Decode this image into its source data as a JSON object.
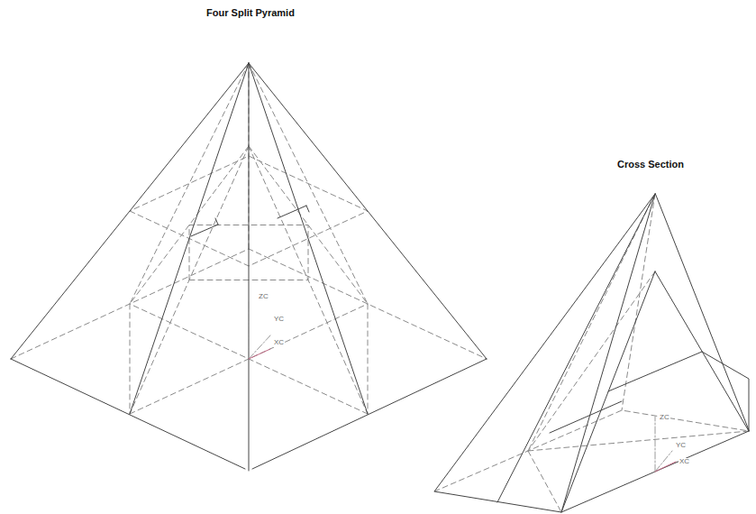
{
  "diagram": {
    "labels": [
      "Four Split Pyramid",
      "ZC",
      "YC",
      "XC",
      "Cross Section",
      "ZC",
      "YC",
      "XC"
    ]
  }
}
